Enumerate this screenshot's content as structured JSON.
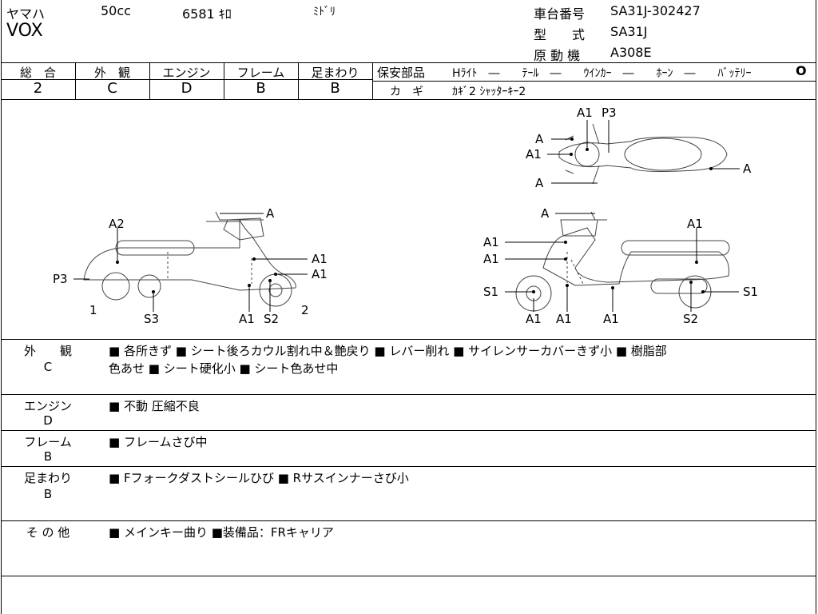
{
  "header": {
    "maker": "ヤマハ",
    "displacement": "50cc",
    "mileage": "6581 ｷﾛ",
    "color": "ﾐﾄﾞﾘ",
    "model_name": "VOX",
    "frame_no_label": "車台番号",
    "frame_no": "SA31J-302427",
    "model_type_label": "型　　式",
    "model_type": "SA31J",
    "engine_label": "原 動 機",
    "engine": "A308E"
  },
  "grades": {
    "headers": [
      "総　合",
      "外　観",
      "エンジン",
      "フレーム",
      "足まわり"
    ],
    "values": [
      "2",
      "C",
      "D",
      "B",
      "B"
    ]
  },
  "safety": {
    "title": "保安部品",
    "items": "Hﾗｲﾄ　―　　ﾃｰﾙ　―　　ｳｲﾝｶｰ　―　　ﾎｰﾝ　―　　ﾊﾞｯﾃﾘｰ",
    "battery_mark": "O",
    "key_label": "カ　ギ",
    "key_value": "ｶｷﾞ2 ｼｬｯﾀｰｷｰ2"
  },
  "diagram": {
    "left": {
      "a": "A",
      "a2": "A2",
      "a1_top": "A1",
      "a1_mid": "A1",
      "p3": "P3",
      "one": "1",
      "s3": "S3",
      "a1_bottom": "A1",
      "s2": "S2",
      "two": "2"
    },
    "right": {
      "a": "A",
      "a1_top": "A1",
      "a1_a": "A1",
      "a1_b": "A1",
      "s1_left": "S1",
      "s1_right": "S1",
      "a1_b1": "A1",
      "a1_b2": "A1",
      "a1_b3": "A1",
      "s2": "S2"
    },
    "top": {
      "a1": "A1",
      "p3": "P3",
      "a_1": "A",
      "a1_left": "A1",
      "a_2": "A",
      "a_right": "A"
    }
  },
  "remarks": [
    {
      "cat": "外　　観",
      "grade": "C",
      "lines": [
        "■ 各所きず ■ シート後ろカウル割れ中＆艶戻り ■ レバー削れ ■ サイレンサーカバーきず小 ■ 樹脂部",
        "色あせ ■ シート硬化小 ■ シート色あせ中"
      ]
    },
    {
      "cat": "エンジン",
      "grade": "D",
      "lines": [
        "■ 不動 圧縮不良"
      ]
    },
    {
      "cat": "フレーム",
      "grade": "B",
      "lines": [
        "■ フレームさび中"
      ]
    },
    {
      "cat": "足まわり",
      "grade": "B",
      "lines": [
        "■ Fフォークダストシールひび ■ Rサスインナーさび小"
      ]
    },
    {
      "cat": "そ の 他",
      "grade": "",
      "lines": [
        "■ メインキー曲り ■装備品：FRキャリア"
      ]
    }
  ]
}
